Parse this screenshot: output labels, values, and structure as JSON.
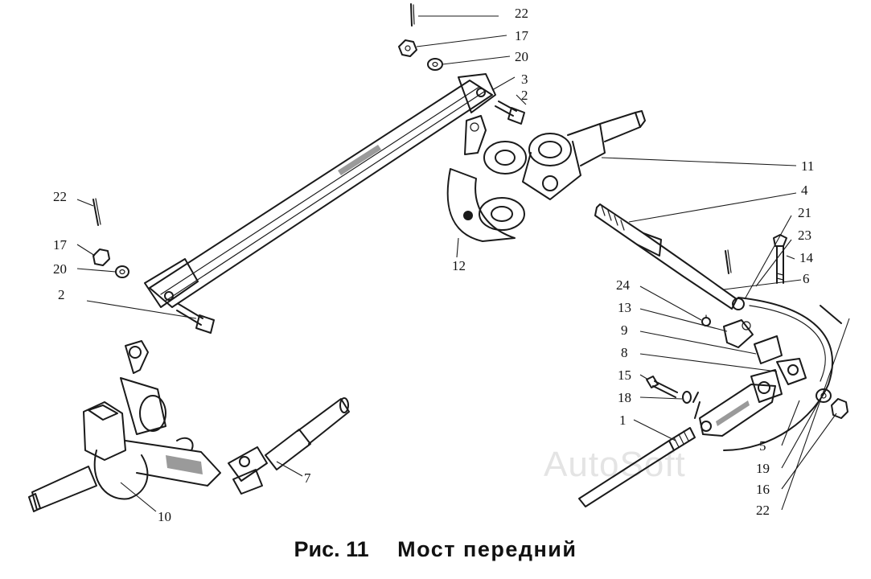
{
  "watermark": "AutoSoft",
  "caption": {
    "figure_number": "Рис. 11",
    "title": "Мост передний"
  },
  "callouts": {
    "c22_top": "22",
    "c17_top": "17",
    "c20_top": "20",
    "c3": "3",
    "c2_top": "2",
    "c11": "11",
    "c4": "4",
    "c21": "21",
    "c23": "23",
    "c14": "14",
    "c6": "6",
    "c22_left": "22",
    "c17_left": "17",
    "c20_left": "20",
    "c2_left": "2",
    "c12": "12",
    "c24": "24",
    "c13": "13",
    "c9": "9",
    "c8": "8",
    "c15": "15",
    "c18": "18",
    "c1": "1",
    "c5": "5",
    "c19": "19",
    "c16": "16",
    "c22_bottom": "22",
    "c7": "7",
    "c10": "10"
  }
}
